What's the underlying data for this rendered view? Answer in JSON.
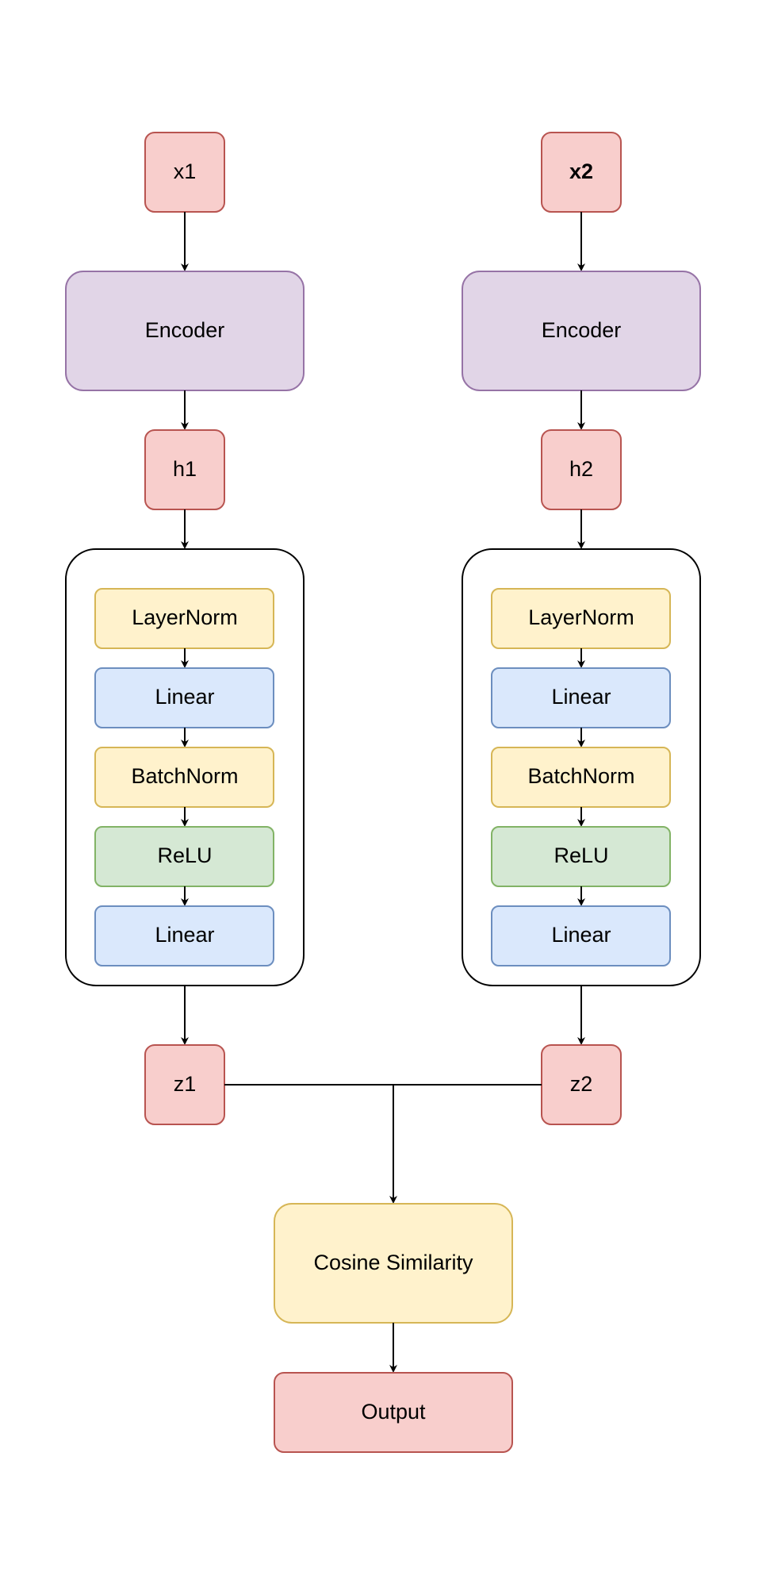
{
  "colors": {
    "red_fill": "#f8cecc",
    "red_stroke": "#b85450",
    "purple_fill": "#e1d5e7",
    "purple_stroke": "#9673a6",
    "yellow_fill": "#fff2cc",
    "yellow_stroke": "#d6b656",
    "blue_fill": "#dae8fc",
    "blue_stroke": "#6c8ebf",
    "green_fill": "#d5e8d4",
    "green_stroke": "#82b366",
    "container_stroke": "#000000",
    "arrow": "#000000"
  },
  "left_branch": {
    "input": "x1",
    "encoder": "Encoder",
    "hidden": "h1",
    "head": {
      "layer1": "LayerNorm",
      "layer2": "Linear",
      "layer3": "BatchNorm",
      "layer4": "ReLU",
      "layer5": "Linear"
    },
    "projection": "z1"
  },
  "right_branch": {
    "input": "x2",
    "encoder": "Encoder",
    "hidden": "h2",
    "head": {
      "layer1": "LayerNorm",
      "layer2": "Linear",
      "layer3": "BatchNorm",
      "layer4": "ReLU",
      "layer5": "Linear"
    },
    "projection": "z2"
  },
  "merge": {
    "similarity": "Cosine Similarity",
    "output": "Output"
  }
}
